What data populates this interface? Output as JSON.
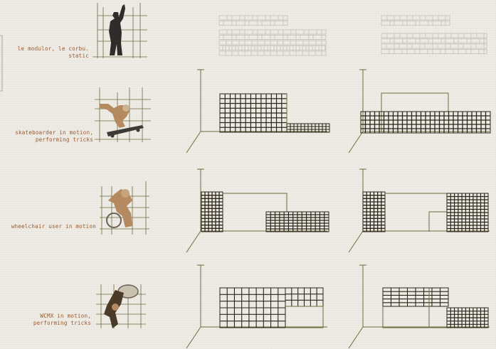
{
  "rows": [
    {
      "id": "modulor",
      "caption": "le modulor, le corbu.\nstatic"
    },
    {
      "id": "skater",
      "caption": "skateboarder in motion,\nperforming tricks"
    },
    {
      "id": "wheelchair",
      "caption": "wheelchair user in motion"
    },
    {
      "id": "wcmx",
      "caption": "WCMX in motion,\nperforming tricks"
    }
  ],
  "colors": {
    "caption": "#9a5a30",
    "frame": "#6f6a3c",
    "grid_ink": "#2b2418",
    "header_ink": "#b8b3a8",
    "figure_dark": "#2f2d29",
    "figure_skin": "#b58a60"
  }
}
